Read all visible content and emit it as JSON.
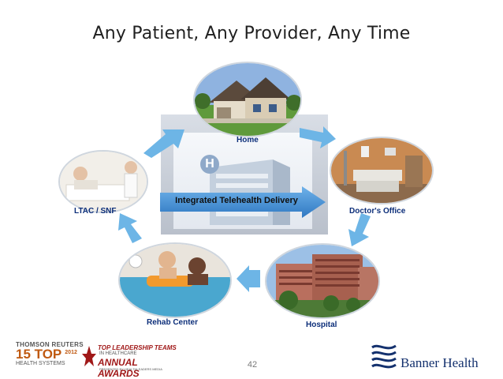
{
  "slide": {
    "title": "Any Patient, Any Provider,  Any Time",
    "page_number": "42"
  },
  "hub": {
    "badge": "H",
    "label": "Integrated Telehealth Delivery"
  },
  "nodes": {
    "home": "Home",
    "doctors_office": "Doctor's Office",
    "hospital": "Hospital",
    "rehab_center": "Rehab Center",
    "ltac_snf": "LTAC / SNF"
  },
  "logos": {
    "thomson_reuters": {
      "top": "THOMSON REUTERS",
      "big": "15 TOP",
      "sub": "HEALTH SYSTEMS",
      "year": "2012"
    },
    "healthcare_awards": {
      "line1": "TOP LEADERSHIP TEAMS",
      "line2": "IN HEALTHCARE",
      "line3": "ANNUAL AWARDS",
      "line4": "PRESENTED BY HEALTHLEADERS MEDIA"
    },
    "banner_health": "Banner Health"
  },
  "colors": {
    "label_blue": "#0d2f7a",
    "arrow_blue": "#5aa9de",
    "hub_arrow": "#3b84cf",
    "brand_navy": "#14316e"
  }
}
